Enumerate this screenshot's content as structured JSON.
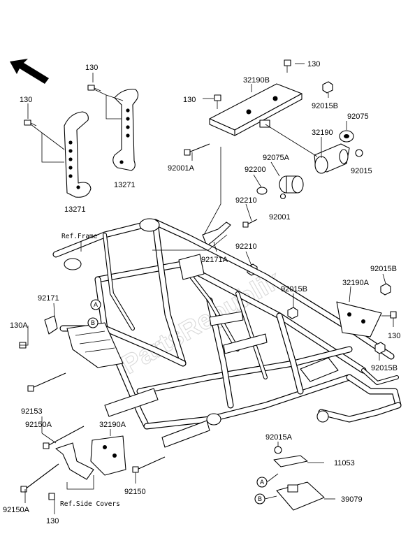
{
  "watermark": "PartsRepublik",
  "refs": {
    "frame": "Ref.Frame",
    "side_covers": "Ref.Side Covers"
  },
  "callouts": {
    "a": "A",
    "b": "B"
  },
  "parts": [
    "130",
    "130",
    "130",
    "130",
    "130",
    "130",
    "130A",
    "13271",
    "13271",
    "32190B",
    "32190",
    "32190A",
    "32190A",
    "92015B",
    "92015B",
    "92015B",
    "92015B",
    "92015",
    "92015A",
    "92075",
    "92075A",
    "92200",
    "92210",
    "92210",
    "92001",
    "92001A",
    "92171",
    "92171A",
    "92153",
    "92150",
    "92150A",
    "92150A",
    "11053",
    "39079"
  ]
}
